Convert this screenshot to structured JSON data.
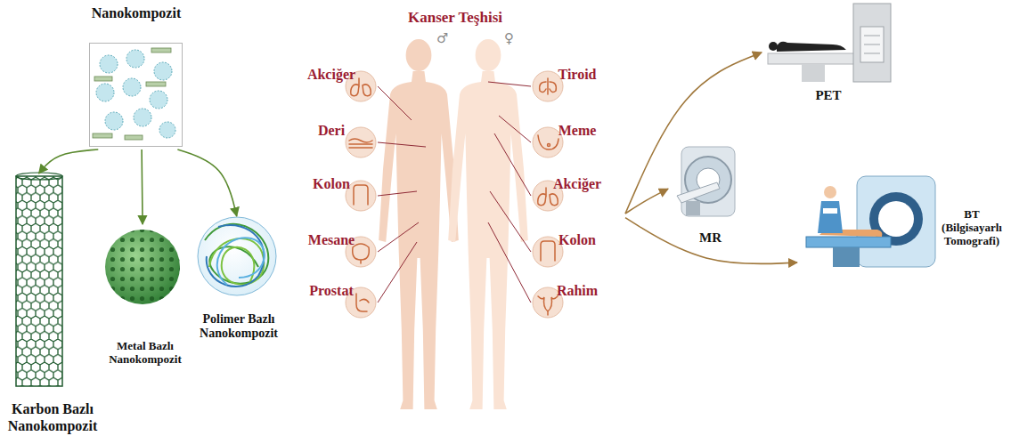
{
  "diagram": {
    "nodes": [
      {
        "text": [
          "Nanokompozit"
        ]
      },
      {
        "text": [
          "Karbon Bazlı Nanokompozit"
        ]
      },
      {
        "text": [
          "Metal Bazlı Nanokompozit"
        ]
      },
      {
        "text": [
          "Polimer Bazlı Nanokompozit"
        ]
      },
      {
        "text": [
          "Kanser Teşhisi"
        ]
      },
      {
        "text": [
          "Akciğer"
        ],
        "in": 4
      },
      {
        "text": [
          "Deri"
        ],
        "in": 4
      },
      {
        "text": [
          "Kolon"
        ],
        "in": 4
      },
      {
        "text": [
          "Mesane"
        ],
        "in": 4
      },
      {
        "text": [
          "Prostat"
        ],
        "in": 4
      },
      {
        "text": [
          "Tiroid"
        ],
        "in": 4
      },
      {
        "text": [
          "Meme"
        ],
        "in": 4
      },
      {
        "text": [
          "Akciğer"
        ],
        "in": 4
      },
      {
        "text": [
          "Kolon"
        ],
        "in": 4
      },
      {
        "text": [
          "Rahim"
        ],
        "in": 4
      },
      {
        "text": [
          "PET"
        ]
      },
      {
        "text": [
          "MR"
        ]
      },
      {
        "text": [
          "BT (Bilgisayarlı Tomografi)"
        ]
      }
    ],
    "edges": [
      {
        "from": 0,
        "to": 1,
        "arrow": "to"
      },
      {
        "from": 0,
        "to": 2,
        "arrow": "to"
      },
      {
        "from": 0,
        "to": 3,
        "arrow": "to"
      },
      {
        "from": 4,
        "to": 15,
        "arrow": "to"
      },
      {
        "from": 4,
        "to": 16,
        "arrow": "to"
      },
      {
        "from": 4,
        "to": 17,
        "arrow": "to"
      }
    ],
    "labels": [
      "♂",
      "♀"
    ]
  }
}
